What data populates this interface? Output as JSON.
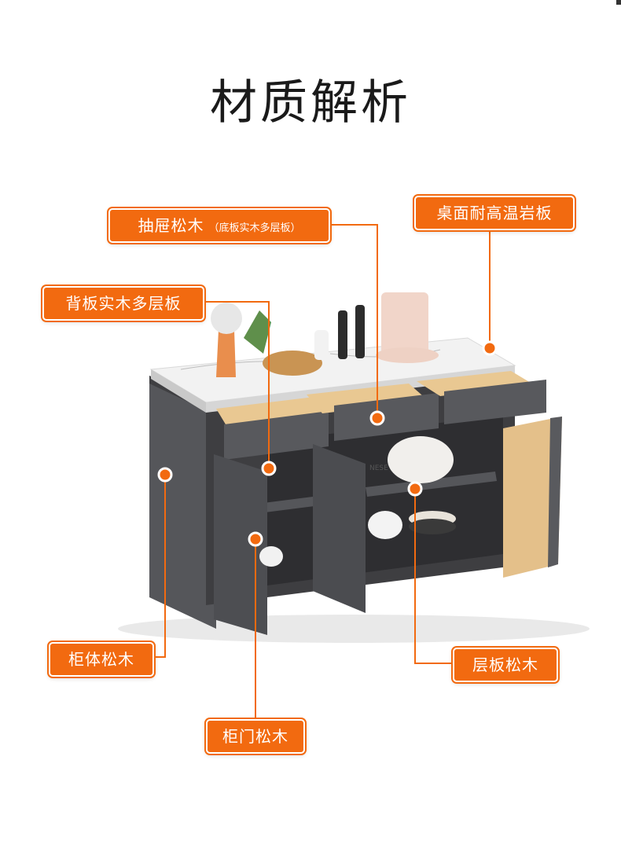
{
  "title": "材质解析",
  "colors": {
    "accent": "#f26a10",
    "cabinet": "#4a4a4d",
    "wood": "#e7c693",
    "stone": "#eeeeee"
  },
  "labels": {
    "drawer": {
      "main": "抽屉松木",
      "sub": "（底板实木多层板）"
    },
    "top": "桌面耐高温岩板",
    "back": "背板实木多层板",
    "body": "柜体松木",
    "shelf": "层板松木",
    "door": "柜门松木"
  },
  "decor": {
    "appliance_text": "NESE"
  }
}
